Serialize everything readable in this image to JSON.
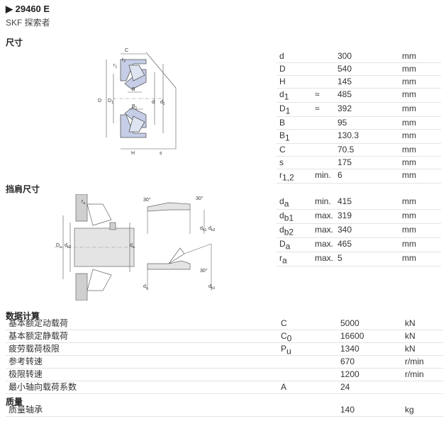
{
  "header": {
    "title": "29460 E",
    "subtitle": "SKF 探索者"
  },
  "sections": {
    "dimensions": "尺寸",
    "abutment": "挡肩尺寸",
    "calc": "数据计算",
    "mass": "质量"
  },
  "dimensions": [
    {
      "sym": "d",
      "sub": "",
      "qual": "",
      "val": "300",
      "unit": "mm"
    },
    {
      "sym": "D",
      "sub": "",
      "qual": "",
      "val": "540",
      "unit": "mm"
    },
    {
      "sym": "H",
      "sub": "",
      "qual": "",
      "val": "145",
      "unit": "mm"
    },
    {
      "sym": "d",
      "sub": "1",
      "qual": "≈",
      "val": "485",
      "unit": "mm"
    },
    {
      "sym": "D",
      "sub": "1",
      "qual": "≈",
      "val": "392",
      "unit": "mm"
    },
    {
      "sym": "B",
      "sub": "",
      "qual": "",
      "val": "95",
      "unit": "mm"
    },
    {
      "sym": "B",
      "sub": "1",
      "qual": "",
      "val": "130.3",
      "unit": "mm"
    },
    {
      "sym": "C",
      "sub": "",
      "qual": "",
      "val": "70.5",
      "unit": "mm"
    },
    {
      "sym": "s",
      "sub": "",
      "qual": "",
      "val": "175",
      "unit": "mm"
    },
    {
      "sym": "r",
      "sub": "1,2",
      "qual": "min.",
      "val": "6",
      "unit": "mm"
    }
  ],
  "abutment": [
    {
      "sym": "d",
      "sub": "a",
      "qual": "min.",
      "val": "415",
      "unit": "mm"
    },
    {
      "sym": "d",
      "sub": "b1",
      "qual": "max.",
      "val": "319",
      "unit": "mm"
    },
    {
      "sym": "d",
      "sub": "b2",
      "qual": "max.",
      "val": "340",
      "unit": "mm"
    },
    {
      "sym": "D",
      "sub": "a",
      "qual": "max.",
      "val": "465",
      "unit": "mm"
    },
    {
      "sym": "r",
      "sub": "a",
      "qual": "max.",
      "val": "5",
      "unit": "mm"
    }
  ],
  "calc": [
    {
      "label": "基本额定动载荷",
      "sym": "C",
      "sub": "",
      "val": "5000",
      "unit": "kN"
    },
    {
      "label": "基本额定静载荷",
      "sym": "C",
      "sub": "0",
      "val": "16600",
      "unit": "kN"
    },
    {
      "label": "疲劳载荷极限",
      "sym": "P",
      "sub": "u",
      "val": "1340",
      "unit": "kN"
    },
    {
      "label": "参考转速",
      "sym": "",
      "sub": "",
      "val": "670",
      "unit": "r/min"
    },
    {
      "label": "极限转速",
      "sym": "",
      "sub": "",
      "val": "1200",
      "unit": "r/min"
    },
    {
      "label": "最小轴向载荷系数",
      "sym": "A",
      "sub": "",
      "val": "24",
      "unit": ""
    }
  ],
  "mass": [
    {
      "label": "质量轴承",
      "val": "140",
      "unit": "kg"
    }
  ],
  "diagram_labels": {
    "d1": {
      "c": "C",
      "r2": "r",
      "r2s": "2",
      "r1": "r",
      "r1s": "1",
      "D": "D",
      "D1": "D",
      "D1s": "1",
      "B": "B",
      "B1": "B",
      "B1s": "1",
      "d": "d",
      "d1": "d",
      "d1s": "1",
      "H": "H",
      "s": "s"
    },
    "d2": {
      "ra": "r",
      "ras": "a",
      "Da": "D",
      "Das": "a",
      "da": "d",
      "das": "a",
      "db2": "d",
      "db2s": "b2"
    },
    "d3": {
      "ang1": "30°",
      "ang2": "30°",
      "ang3": "30°",
      "db1": "d",
      "db1s": "b1",
      "db2": "d",
      "db2s": "b2",
      "da": "d",
      "das": "a",
      "db1b": "d",
      "db1bs": "b1"
    }
  }
}
